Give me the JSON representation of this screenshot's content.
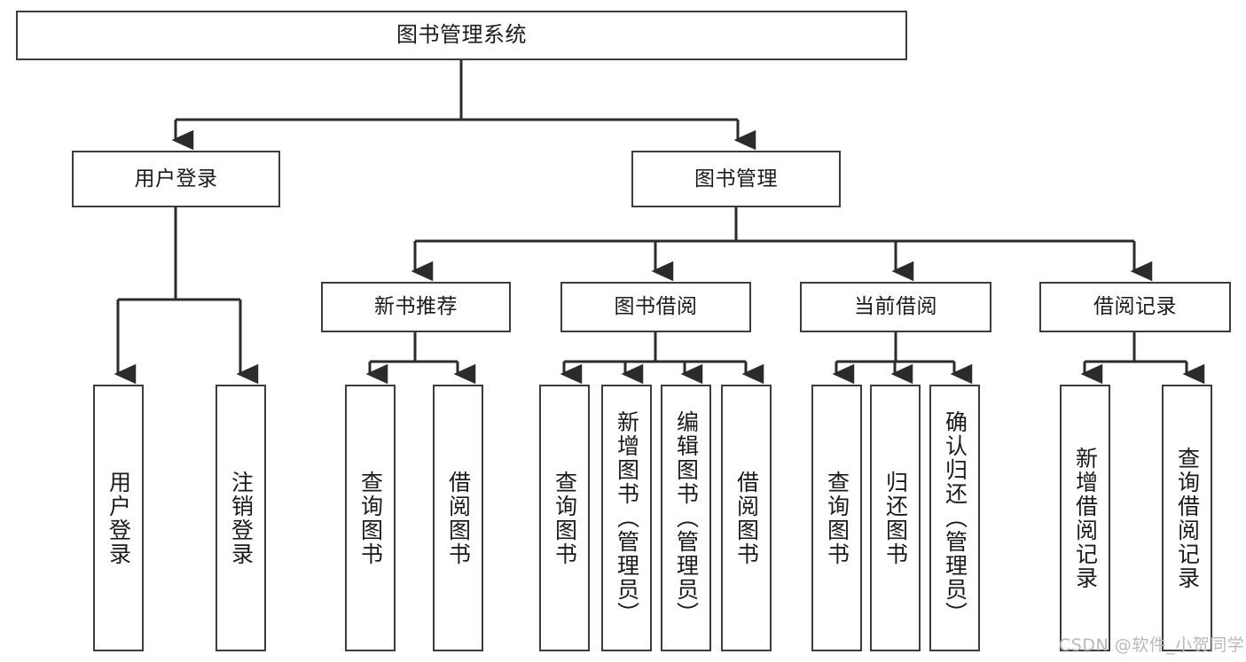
{
  "diagram": {
    "title": "图书管理系统",
    "type": "hierarchy-tree",
    "watermark": "CSDN @软件_小贺同学",
    "colors": {
      "box_border": "#3c3c3c",
      "box_fill": "#ffffff",
      "connector": "#2b2b2b",
      "text": "#1a1a1a",
      "watermark": "#b9b9b9"
    },
    "nodes": {
      "root": {
        "label": "图书管理系统",
        "level": 1
      },
      "l2": [
        {
          "id": "user-login",
          "label": "用户登录",
          "level": 2
        },
        {
          "id": "book-manage",
          "label": "图书管理",
          "level": 2
        }
      ],
      "l3": [
        {
          "id": "new-book-rec",
          "label": "新书推荐",
          "level": 3,
          "parent": "book-manage"
        },
        {
          "id": "book-borrow",
          "label": "图书借阅",
          "level": 3,
          "parent": "book-manage"
        },
        {
          "id": "current-borrow",
          "label": "当前借阅",
          "level": 3,
          "parent": "book-manage"
        },
        {
          "id": "borrow-record",
          "label": "借阅记录",
          "level": 3,
          "parent": "book-manage"
        }
      ],
      "leaves": [
        {
          "id": "leaf-user-login",
          "label": "用户登录",
          "parent": "user-login"
        },
        {
          "id": "leaf-user-logout",
          "label": "注销登录",
          "parent": "user-login"
        },
        {
          "id": "leaf-rec-query-book",
          "label": "查询图书",
          "parent": "new-book-rec"
        },
        {
          "id": "leaf-rec-borrow-book",
          "label": "借阅图书",
          "parent": "new-book-rec"
        },
        {
          "id": "leaf-borrow-query-book",
          "label": "查询图书",
          "parent": "book-borrow"
        },
        {
          "id": "leaf-borrow-add-book",
          "label": "新增图书（管理员）",
          "parent": "book-borrow"
        },
        {
          "id": "leaf-borrow-edit-book",
          "label": "编辑图书（管理员）",
          "parent": "book-borrow"
        },
        {
          "id": "leaf-borrow-borrow-book",
          "label": "借阅图书",
          "parent": "book-borrow"
        },
        {
          "id": "leaf-current-query-book",
          "label": "查询图书",
          "parent": "current-borrow"
        },
        {
          "id": "leaf-current-return-book",
          "label": "归还图书",
          "parent": "current-borrow"
        },
        {
          "id": "leaf-current-confirm-return",
          "label": "确认归还（管理员）",
          "parent": "current-borrow"
        },
        {
          "id": "leaf-record-add",
          "label": "新增借阅记录",
          "parent": "borrow-record"
        },
        {
          "id": "leaf-record-query",
          "label": "查询借阅记录",
          "parent": "borrow-record"
        }
      ]
    }
  }
}
